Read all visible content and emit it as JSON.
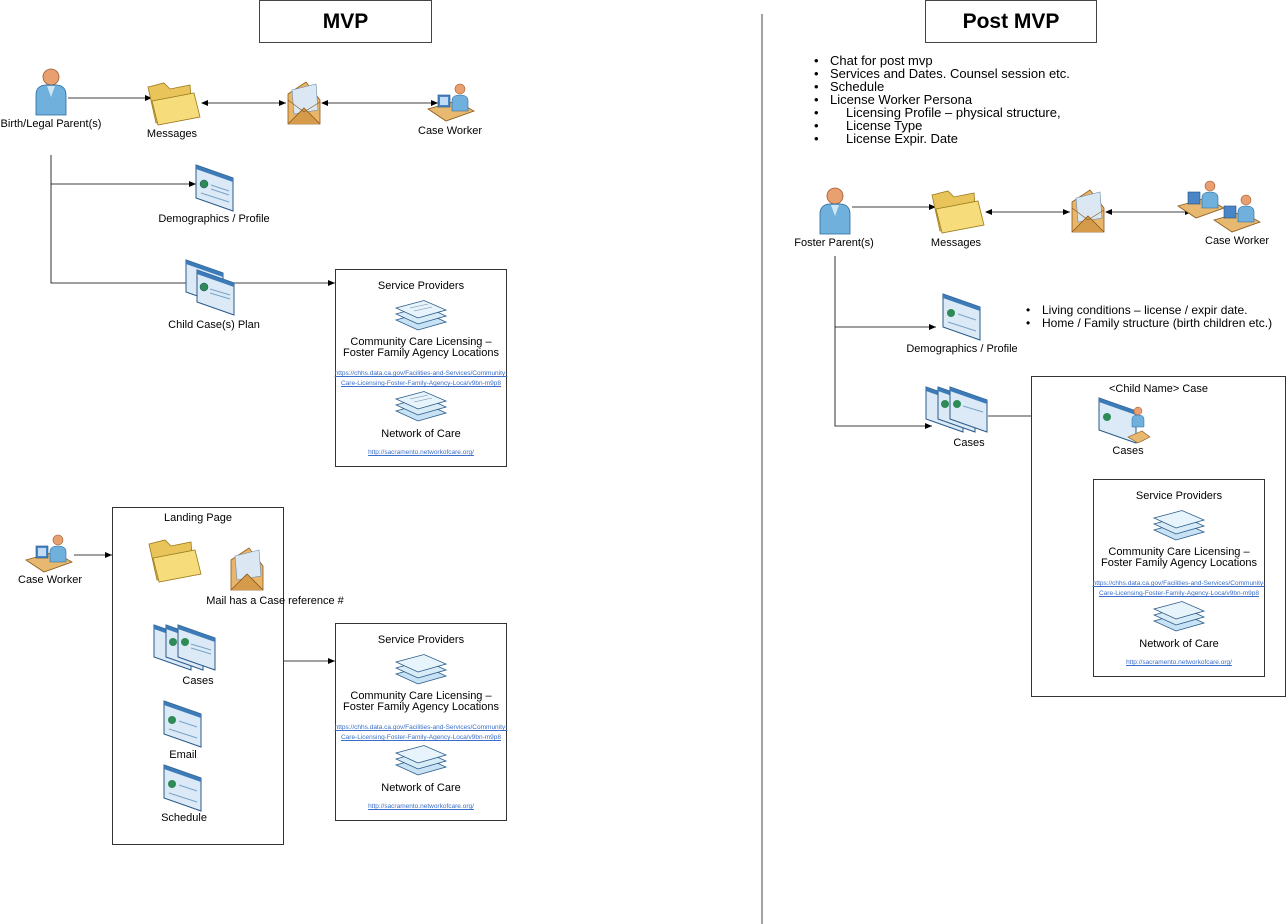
{
  "mvp": {
    "title": "MVP",
    "birth_parent": "Birth/Legal Parent(s)",
    "messages": "Messages",
    "case_worker": "Case Worker",
    "demographics": "Demographics / Profile",
    "child_case_plan": "Child Case(s) Plan",
    "service_providers_1": {
      "title": "Service Providers",
      "ccl": "Community Care Licensing –\nFoster Family Agency Locations",
      "ccl_link_1": "https://chhs.data.ca.gov/Facilities-and-Services/Community-",
      "ccl_link_2": "Care-Licensing-Foster-Family-Agency-Loca/v9bn-m9p8",
      "noc": "Network of Care",
      "noc_link": "http://sacramento.networkofcare.org/"
    },
    "landing": {
      "case_worker": "Case Worker",
      "title": "Landing Page",
      "mail_note": "Mail has a Case reference #",
      "cases": "Cases",
      "email": "Email",
      "schedule": "Schedule"
    },
    "service_providers_2": {
      "title": "Service Providers",
      "ccl": "Community Care Licensing –\nFoster Family Agency Locations",
      "ccl_link_1": "https://chhs.data.ca.gov/Facilities-and-Services/Community-",
      "ccl_link_2": "Care-Licensing-Foster-Family-Agency-Loca/v9bn-m9p8",
      "noc": "Network of Care",
      "noc_link": "http://sacramento.networkofcare.org/"
    }
  },
  "post": {
    "title": "Post MVP",
    "bullets": [
      "Chat for post mvp",
      "Services and Dates. Counsel session etc.",
      "Schedule",
      "License Worker Persona"
    ],
    "sub_bullets": [
      "Licensing Profile – physical structure,",
      "License Type",
      "License Expir. Date"
    ],
    "foster_parent": "Foster Parent(s)",
    "messages": "Messages",
    "case_worker": "Case Worker",
    "demographics": "Demographics / Profile",
    "demo_bullets": [
      "Living conditions – license / expir date.",
      "Home / Family structure (birth children etc.)"
    ],
    "cases": "Cases",
    "child_case": {
      "title": "<Child Name> Case",
      "cases": "Cases"
    },
    "service_providers": {
      "title": "Service Providers",
      "ccl": "Community Care Licensing –\nFoster Family Agency Locations",
      "ccl_link_1": "https://chhs.data.ca.gov/Facilities-and-Services/Community-",
      "ccl_link_2": "Care-Licensing-Foster-Family-Agency-Loca/v9bn-m9p8",
      "noc": "Network of Care",
      "noc_link": "http://sacramento.networkofcare.org/"
    }
  }
}
